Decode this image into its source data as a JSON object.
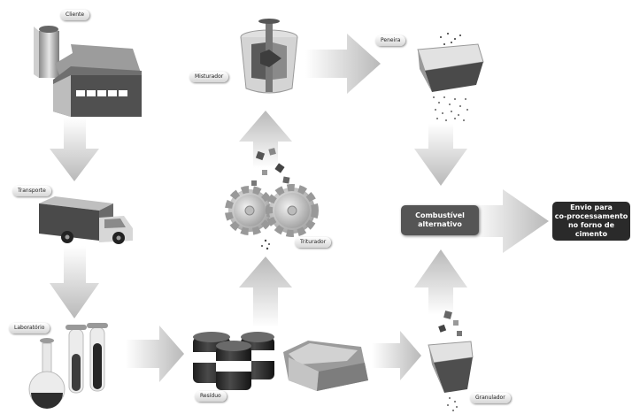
{
  "labels": {
    "cliente": "Cliente",
    "transporte": "Transporte",
    "laboratorio": "Laboratório",
    "residuo": "Resíduo",
    "misturador": "Misturador",
    "triturador": "Triturador",
    "peneira": "Peneira",
    "granulador": "Granulador"
  },
  "boxes": {
    "combustivel": [
      "Combustível",
      "alternativo"
    ],
    "envio": [
      "Envio para",
      "co-processamento",
      "no forno de cimento"
    ]
  },
  "colors": {
    "arrow_dark": "#b4b4b4",
    "arrow_light": "#f4f4f4",
    "box_dark": "#555555",
    "box_black": "#2a2a2a"
  }
}
